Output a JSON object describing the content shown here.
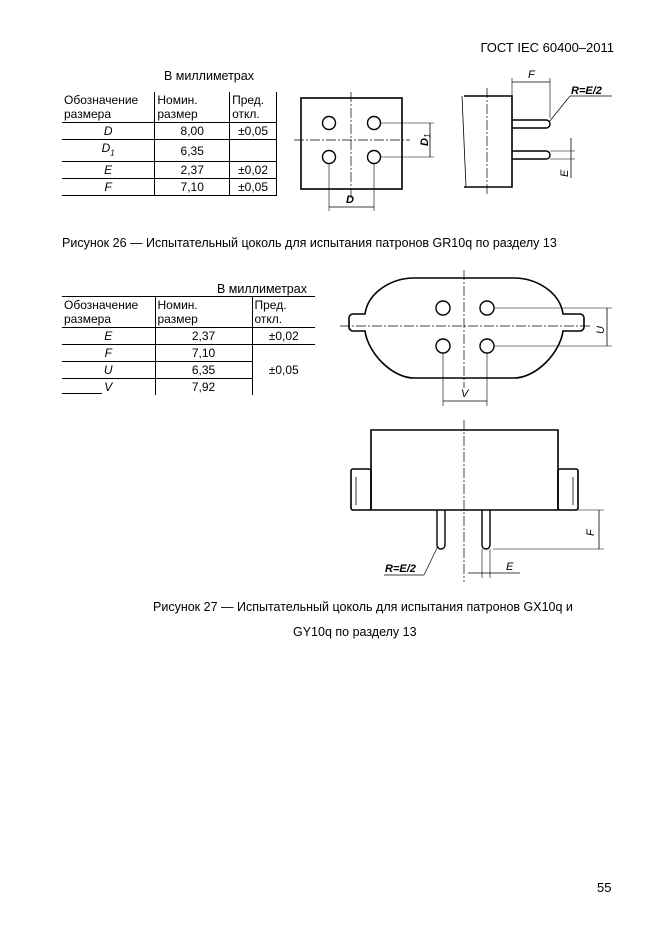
{
  "header": {
    "standard": "ГОСТ IEC 60400–2011"
  },
  "figure26": {
    "units": "В миллиметрах",
    "table": {
      "col_headers": [
        [
          "Обозначение",
          "размера"
        ],
        [
          "Номин.",
          "размер"
        ],
        [
          "Пред.",
          "откл."
        ]
      ],
      "rows": [
        {
          "name": "D",
          "name_sub": "",
          "nominal": "8,00",
          "tol": "±0,05"
        },
        {
          "name": "D",
          "name_sub": "1",
          "nominal": "6,35",
          "tol": ""
        },
        {
          "name": "E",
          "name_sub": "",
          "nominal": "2,37",
          "tol": "±0,02"
        },
        {
          "name": "F",
          "name_sub": "",
          "nominal": "7,10",
          "tol": "±0,05"
        }
      ]
    },
    "drawing_labels": {
      "d1": "D",
      "d1_sub": "1",
      "d": "D",
      "f": "F",
      "r": "R=E/2",
      "e": "E"
    },
    "caption": "Рисунок 26 — Испытательный цоколь для испытания патронов GR10q по разделу 13"
  },
  "figure27": {
    "units": "В миллиметрах",
    "table": {
      "col_headers": [
        [
          "Обозначение",
          "размера"
        ],
        [
          "Номин.",
          "размер"
        ],
        [
          "Пред.",
          "откл."
        ]
      ],
      "rows": [
        {
          "name": "E",
          "nominal": "2,37",
          "tol": "±0,02"
        },
        {
          "name": "F",
          "nominal": "7,10",
          "tol": ""
        },
        {
          "name": "U",
          "nominal": "6,35",
          "tol": "±0,05"
        },
        {
          "name": "V",
          "nominal": "7,92",
          "tol": ""
        }
      ]
    },
    "drawing_labels": {
      "u": "U",
      "v": "V",
      "f": "F",
      "r": "R=E/2",
      "e": "E"
    },
    "caption_line1": "Рисунок 27 — Испытательный цоколь для испытания патронов GX10q и",
    "caption_line2": "GY10q по разделу 13"
  },
  "footer": {
    "page_number": "55"
  }
}
